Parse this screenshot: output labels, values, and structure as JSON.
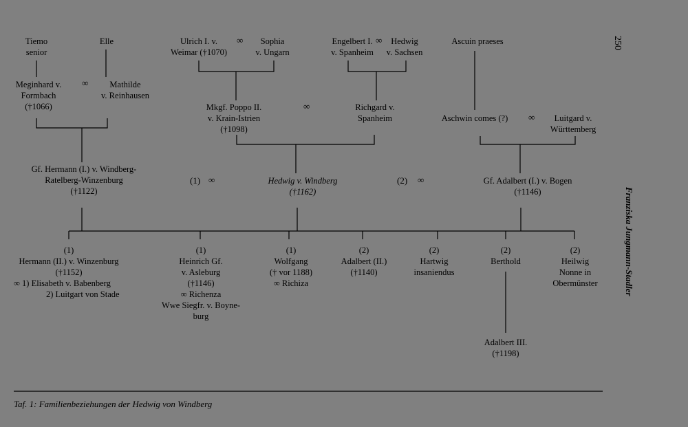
{
  "page_number": "250",
  "author": "Franziska Jungmann-Stadler",
  "caption": "Taf. 1: Familienbeziehungen der Hedwig von Windberg",
  "marriage_symbol": "∞",
  "generation1": {
    "tiemo": [
      "Tiemo",
      "senior"
    ],
    "elle": [
      "Elle"
    ],
    "ulrich": [
      "Ulrich I. v.",
      "Weimar (†1070)"
    ],
    "sophia": [
      "Sophia",
      "v. Ungarn"
    ],
    "engelbert": [
      "Engelbert I.",
      "v. Spanheim"
    ],
    "hedwig_sachsen": [
      "Hedwig",
      "v. Sachsen"
    ],
    "ascuin": [
      "Ascuin praeses"
    ]
  },
  "generation2": {
    "meginhard": [
      "Meginhard v.",
      "Formbach",
      "(†1066)"
    ],
    "mathilde": [
      "Mathilde",
      "v. Reinhausen"
    ],
    "poppo": [
      "Mkgf. Poppo II.",
      "v. Krain-Istrien",
      "(†1098)"
    ],
    "richgard": [
      "Richgard v.",
      "Spanheim"
    ],
    "aschwin": [
      "Aschwin comes (?)"
    ],
    "luitgard": [
      "Luitgard v.",
      "Württemberg"
    ]
  },
  "generation3": {
    "hermann": [
      "Gf. Hermann (I.) v. Windberg-",
      "Ratelberg-Winzenburg",
      "(†1122)"
    ],
    "marriage1_label": "(1)",
    "hedwig": [
      "Hedwig v. Windberg",
      "(†1162)"
    ],
    "marriage2_label": "(2)",
    "adalbert": [
      "Gf. Adalbert (I.) v. Bogen",
      "(†1146)"
    ]
  },
  "children": [
    {
      "lines": [
        "(1)",
        "Hermann (II.) v. Winzenburg",
        "(†1152)"
      ]
    },
    {
      "lines": [
        "(1)",
        "Heinrich Gf.",
        "v. Asleburg",
        "(†1146)",
        "∞ Richenza",
        "Wwe Siegfr. v. Boyne-",
        "burg"
      ]
    },
    {
      "lines": [
        "(1)",
        "Wolfgang",
        "(† vor 1188)",
        "∞ Richiza"
      ]
    },
    {
      "lines": [
        "(2)",
        "Adalbert (II.)",
        "(†1140)"
      ]
    },
    {
      "lines": [
        "(2)",
        "Hartwig",
        "insaniendus"
      ]
    },
    {
      "lines": [
        "(2)",
        "Berthold"
      ]
    },
    {
      "lines": [
        "(2)",
        "Heilwig",
        "Nonne in",
        "Obermünster"
      ]
    }
  ],
  "hermann_ii_wives": [
    "∞  1) Elisabeth v. Babenberg",
    "2) Luitgart von Stade"
  ],
  "grandchild": [
    "Adalbert III.",
    "(†1198)"
  ]
}
